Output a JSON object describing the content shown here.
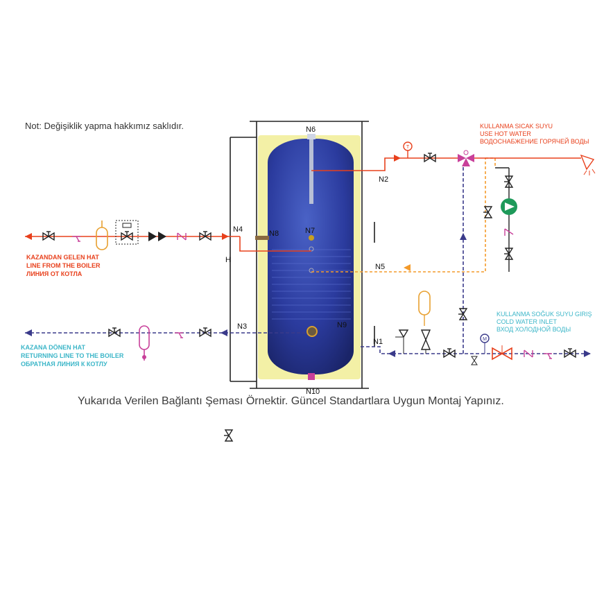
{
  "note": "Not: Değişiklik yapma hakkımız saklıdır.",
  "footer": "Yukarıda Verilen Bağlantı Şeması Örnektir. Güncel Standartlara Uygun Montaj Yapınız.",
  "nodes": {
    "n1": "N1",
    "n2": "N2",
    "n3": "N3",
    "n4": "N4",
    "n5": "N5",
    "n6": "N6",
    "n7": "N7",
    "n8": "N8",
    "n9": "N9",
    "n10": "N10",
    "h": "H"
  },
  "labels": {
    "boiler_in": [
      "KAZANDAN GELEN HAT",
      "LINE FROM THE BOILER",
      "ЛИНИЯ ОТ КОТЛА"
    ],
    "boiler_return": [
      "KAZANA DÖNEN HAT",
      "RETURNING LINE TO THE BOILER",
      "ОБРАТНАЯ ЛИНИЯ К КОТЛУ"
    ],
    "hot_water": [
      "KULLANMA SICAK SUYU",
      "USE HOT WATER",
      "ВОДОСНАБЖЕНИЕ ГОРЯЧЕЙ ВОДЫ"
    ],
    "cold_water": [
      "KULLANMA SOĞUK SUYU GIRIŞ",
      "COLD WATER INLET",
      "ВХОД ХОЛОДНОЙ ВОДЫ"
    ]
  },
  "colors": {
    "tank": "#2b3b9e",
    "insulation": "#f3f0a6",
    "hot_line": "#e8401c",
    "secondary_line": "#f39a2a",
    "return_line": "#3a3a8a",
    "cyan_text": "#3cb6c8",
    "valve": "#222222",
    "pump": "#1e9a5a",
    "magenta": "#c8409a"
  },
  "icons": [
    "temperature-gauge-icon",
    "shower-head-icon",
    "circulation-pump-icon",
    "expansion-vessel-icon",
    "safety-valve-icon",
    "gate-valve-icon",
    "strainer-icon",
    "check-valve-icon"
  ]
}
